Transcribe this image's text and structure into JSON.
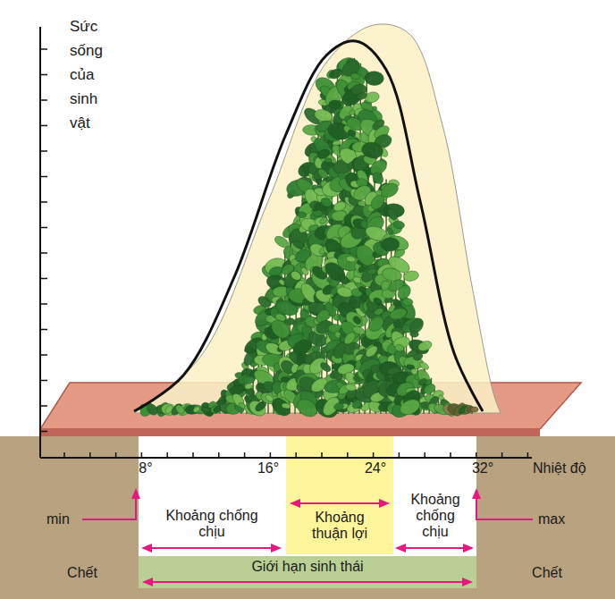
{
  "diagram": {
    "nodes": [
      {
        "text": [
          "Khoảng thuận lợi"
        ]
      },
      {
        "text": [
          "Giới hạn sinh thái"
        ]
      }
    ],
    "labels": [
      "Sức sống của sinh vật",
      "8°",
      "16°",
      "24°",
      "32°",
      "Nhiệt độ",
      "min",
      "Khoảng chống chịu",
      "Khoảng chống chịu",
      "max",
      "Chết",
      "Chết"
    ]
  }
}
